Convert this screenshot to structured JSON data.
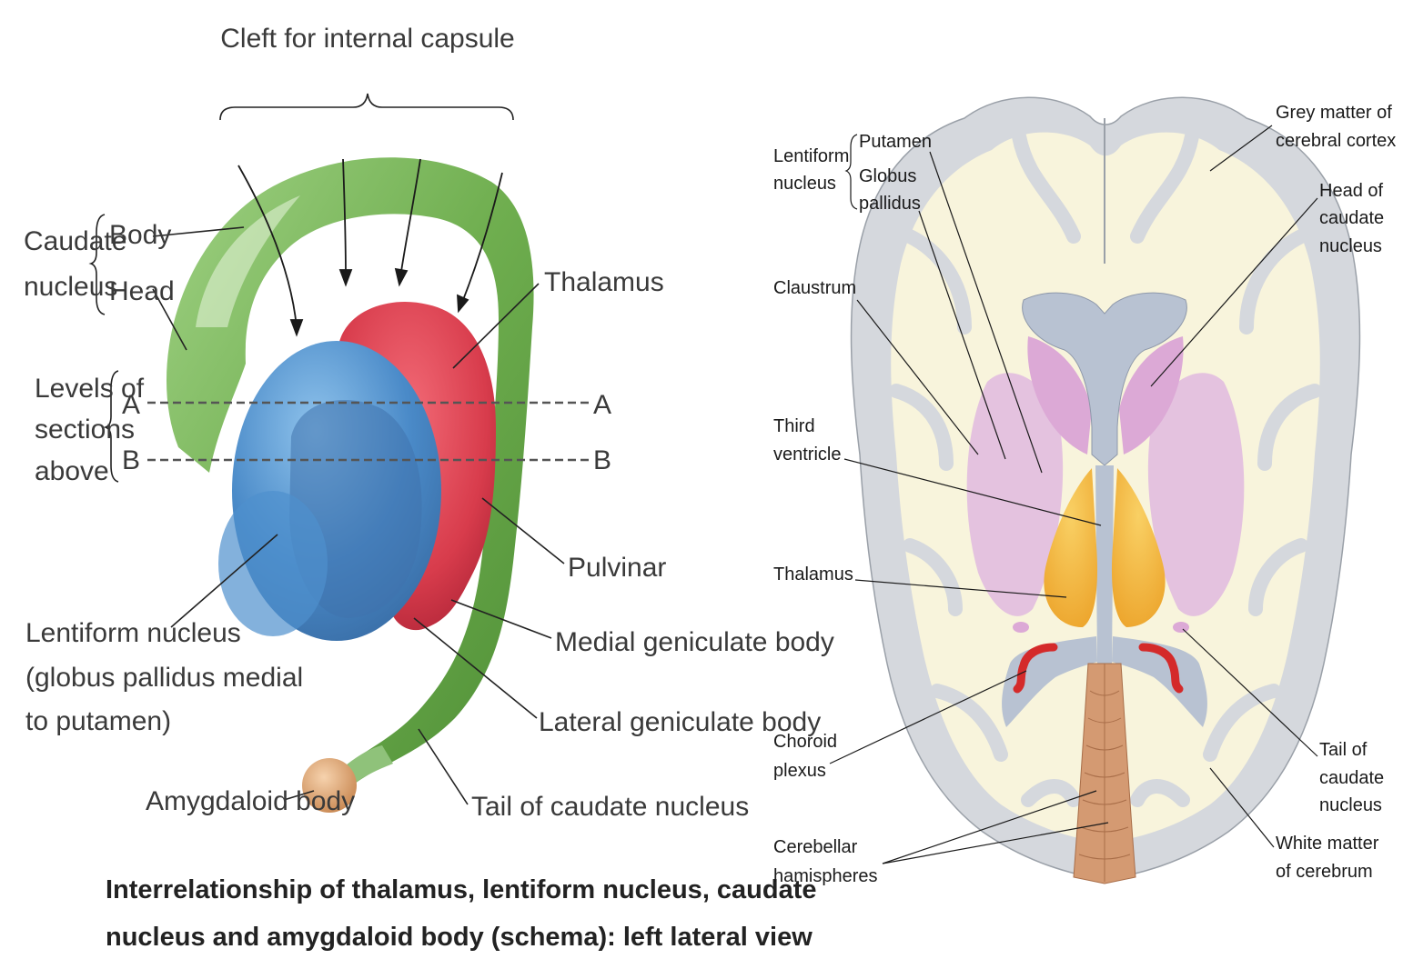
{
  "left_figure": {
    "labels": {
      "cleft": "Cleft for internal capsule",
      "caudate": "Caudate",
      "nucleus": "nucleus",
      "body": "Body",
      "head": "Head",
      "thalamus": "Thalamus",
      "levels_1": "Levels of",
      "levels_2": "sections",
      "levels_3": "above",
      "level_a": "A",
      "level_b": "B",
      "pulvinar": "Pulvinar",
      "medial_geniculate": "Medial geniculate body",
      "lateral_geniculate": "Lateral geniculate body",
      "lentiform_1": "Lentiform nucleus",
      "lentiform_2": "(globus pallidus medial",
      "lentiform_3": "to putamen)",
      "amygdaloid": "Amygdaloid body",
      "tail": "Tail of caudate nucleus"
    },
    "caption_1": "Interrelationship of thalamus, lentiform nucleus, caudate",
    "caption_2": "nucleus and amygdaloid body (schema): left lateral view",
    "colors": {
      "caudate": "#6fae4f",
      "thalamus": "#d83c4c",
      "lentiform": "#4a8ac8",
      "amygdaloid": "#e0a97a"
    }
  },
  "right_figure": {
    "labels": {
      "lentiform": "Lentiform",
      "nucleus": "nucleus",
      "putamen": "Putamen",
      "globus": "Globus",
      "pallidus": "pallidus",
      "claustrum": "Claustrum",
      "third_1": "Third",
      "third_2": "ventricle",
      "thalamus": "Thalamus",
      "choroid_1": "Choroid",
      "choroid_2": "plexus",
      "cerebellar_1": "Cerebellar",
      "cerebellar_2": "hamispheres",
      "grey_1": "Grey matter of",
      "grey_2": "cerebral cortex",
      "head_1": "Head of",
      "head_2": "caudate",
      "head_3": "nucleus",
      "tail_1": "Tail of",
      "tail_2": "caudate",
      "tail_3": "nucleus",
      "white_1": "White matter",
      "white_2": "of cerebrum"
    },
    "colors": {
      "grey_matter": "#d5d8dd",
      "white_matter": "#f8f4dc",
      "ventricle": "#b8c2d2",
      "caudate_putamen": "#e3bfde",
      "thalamus": "#f0b43a",
      "choroid": "#d42a2a",
      "cerebellum": "#d49a72"
    }
  }
}
